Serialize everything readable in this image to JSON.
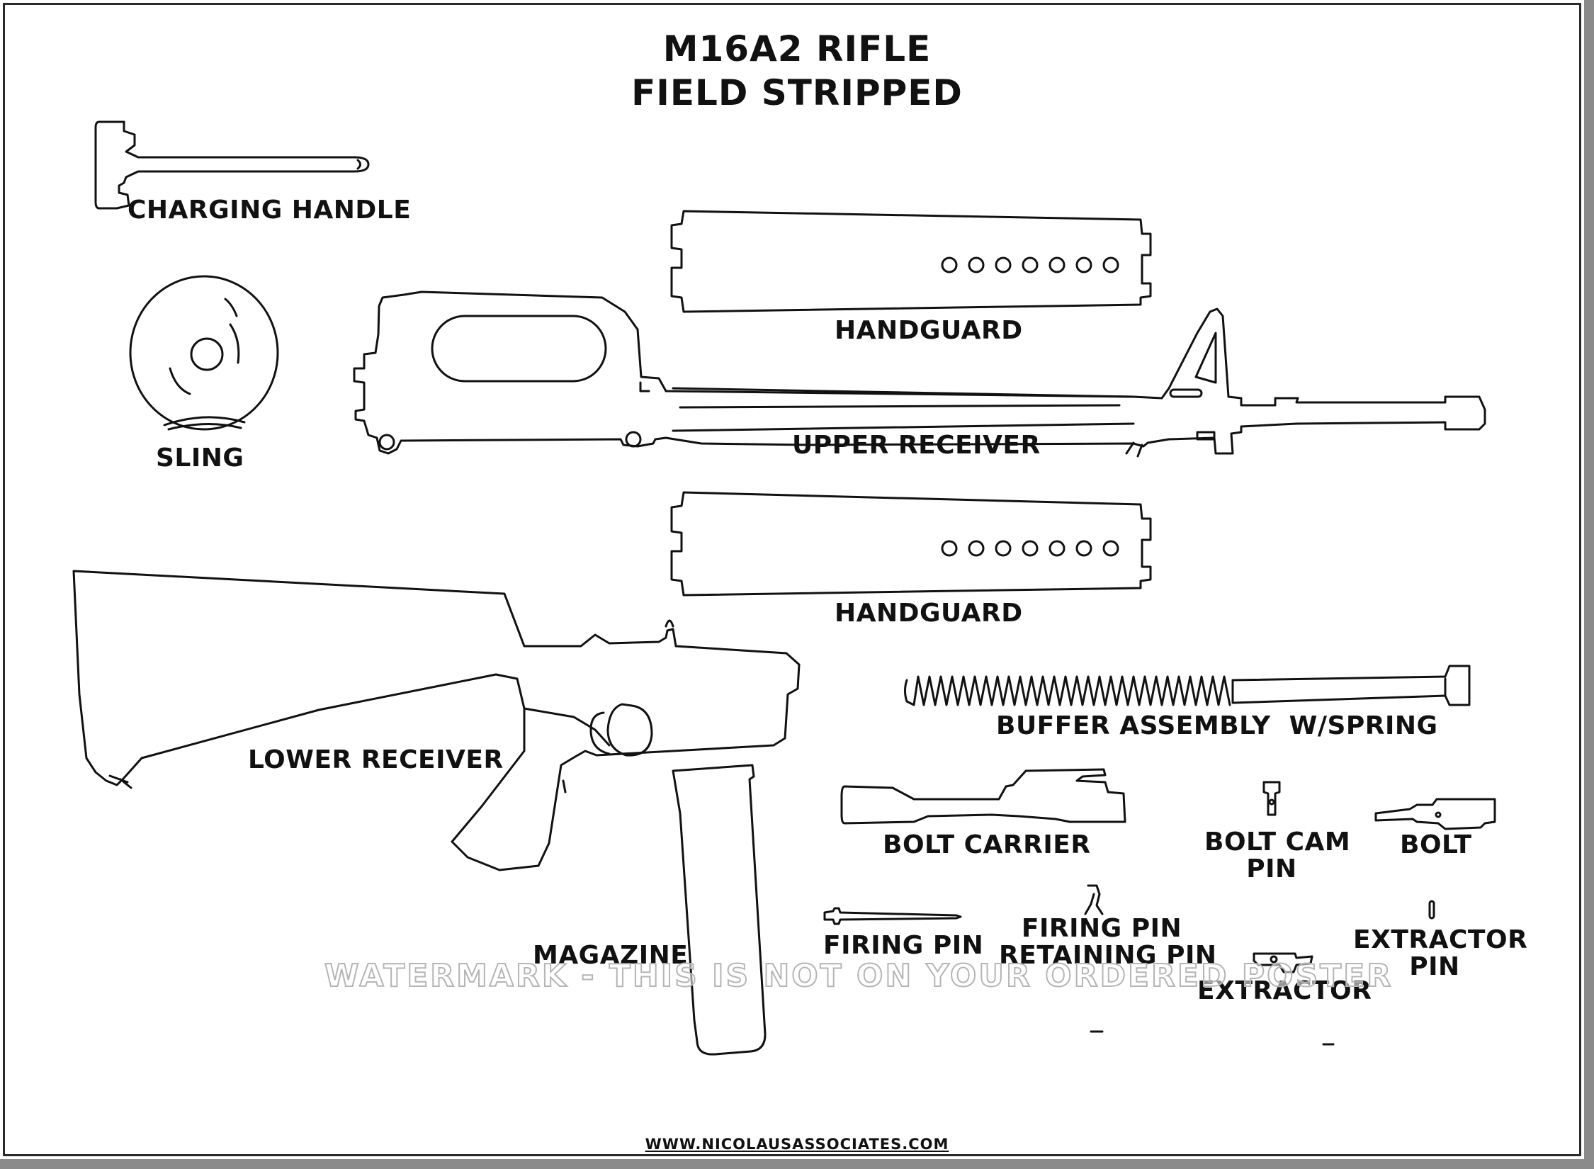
{
  "title": {
    "line1": "M16A2 RIFLE",
    "line2": "FIELD STRIPPED"
  },
  "parts": {
    "charging_handle": "CHARGING HANDLE",
    "handguard_top": "HANDGUARD",
    "sling": "SLING",
    "upper_receiver": "UPPER RECEIVER",
    "handguard_bottom": "HANDGUARD",
    "lower_receiver": "LOWER RECEIVER",
    "buffer_assembly": "BUFFER ASSEMBLY  W/SPRING",
    "bolt_carrier": "BOLT CARRIER",
    "bolt_cam_pin_1": "BOLT CAM",
    "bolt_cam_pin_2": "PIN",
    "bolt": "BOLT",
    "magazine": "MAGAZINE",
    "firing_pin": "FIRING PIN",
    "firing_pin_retaining_pin_1": "FIRING PIN",
    "firing_pin_retaining_pin_2": "RETAINING PIN",
    "extractor": "EXTRACTOR",
    "extractor_pin_1": "EXTRACTOR",
    "extractor_pin_2": "PIN"
  },
  "watermark": "WATERMARK - THIS IS NOT ON YOUR ORDERED POSTER",
  "footer": "WWW.NICOLAUSASSOCIATES.COM"
}
